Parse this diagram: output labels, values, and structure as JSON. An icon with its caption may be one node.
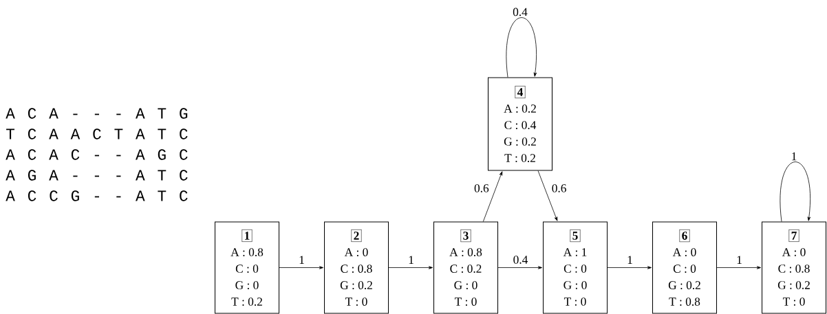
{
  "diagram": {
    "nodes": [
      {
        "text": [
          "1",
          "A : 0.8",
          "C : 0",
          "G : 0",
          "T : 0.2"
        ]
      },
      {
        "text": [
          "2",
          "A : 0",
          "C : 0.8",
          "G : 0.2",
          "T : 0"
        ]
      },
      {
        "text": [
          "3",
          "A : 0.8",
          "C : 0.2",
          "G : 0",
          "T : 0"
        ]
      },
      {
        "text": [
          "4",
          "A : 0.2",
          "C : 0.4",
          "G : 0.2",
          "T : 0.2"
        ]
      },
      {
        "text": [
          "5",
          "A : 1",
          "C : 0",
          "G : 0",
          "T : 0"
        ]
      },
      {
        "text": [
          "6",
          "A : 0",
          "C : 0",
          "G : 0.2",
          "T : 0.8"
        ]
      },
      {
        "text": [
          "7",
          "A : 0",
          "C : 0.8",
          "G : 0.2",
          "T : 0"
        ]
      }
    ],
    "edges": [
      {
        "from": 0,
        "to": 1,
        "arrow": "to",
        "label": "1"
      },
      {
        "from": 1,
        "to": 2,
        "arrow": "to",
        "label": "1"
      },
      {
        "from": 2,
        "to": 3,
        "arrow": "to",
        "label": "0.6"
      },
      {
        "from": 3,
        "to": 3,
        "arrow": "to",
        "label": "0.4"
      },
      {
        "from": 3,
        "to": 4,
        "arrow": "to",
        "label": "0.6"
      },
      {
        "from": 2,
        "to": 4,
        "arrow": "to",
        "label": "0.4"
      },
      {
        "from": 4,
        "to": 5,
        "arrow": "to",
        "label": "1"
      },
      {
        "from": 5,
        "to": 6,
        "arrow": "to",
        "label": "1"
      },
      {
        "from": 6,
        "to": 6,
        "arrow": "to",
        "label": "1"
      }
    ],
    "labels": [
      "A C A - - - A T G",
      "T C A A C T A T C",
      "A C A C - - A G C",
      "A G A - - - A T C",
      "A C C G - - A T C"
    ]
  }
}
